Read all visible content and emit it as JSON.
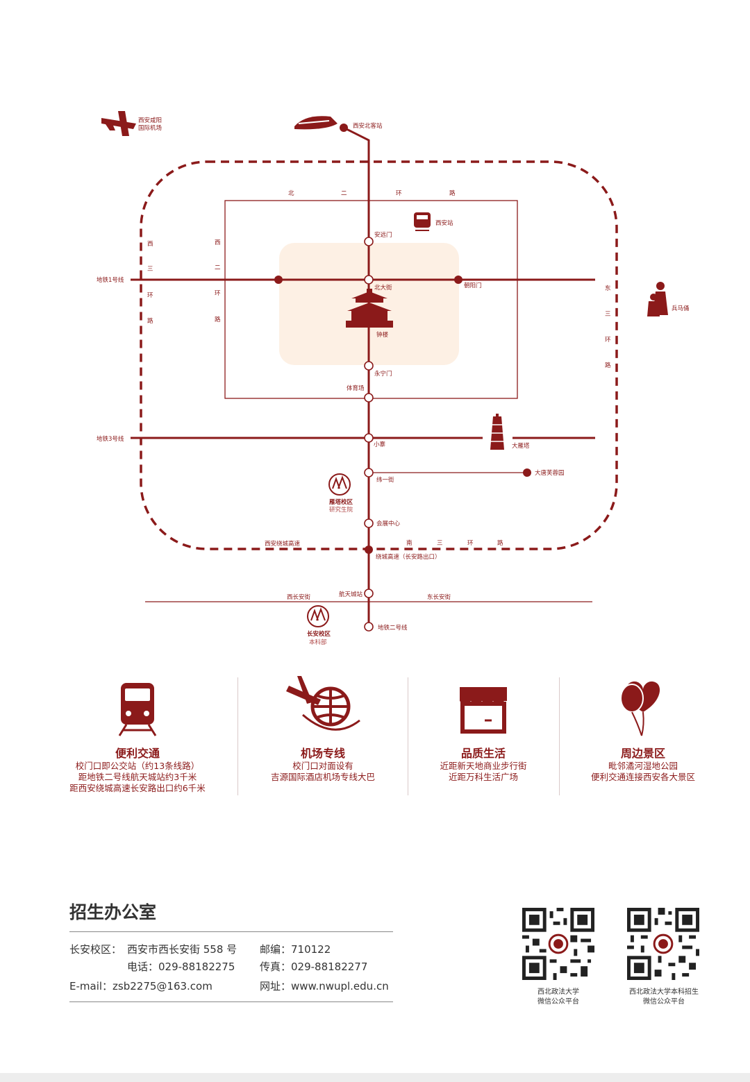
{
  "map": {
    "labels": {
      "airport": [
        "西安咸阳",
        "国际机场"
      ],
      "north_bus": "西安北客站",
      "ring_north2": [
        "北",
        "二",
        "环",
        "路"
      ],
      "xian_station": "西安站",
      "anyuanmen": "安远门",
      "beidajie": "北大街",
      "chaoyangmen": "朝阳门",
      "bell_tower": "钟楼",
      "yongningmen": "永宁门",
      "tiyuchang": "体育场",
      "metro1": "地铁1号线",
      "metro3": "地铁3号线",
      "xiaozhai": "小寨",
      "dayanta": "大雁塔",
      "datang": "大唐芙蓉园",
      "weiyijie": "纬一街",
      "yanta_campus": "雁塔校区",
      "yanta_sub": "研究生院",
      "huizhan": "会展中心",
      "xian_ring_highway": "西安绕城高速",
      "ring_south3": [
        "南",
        "三",
        "环",
        "路"
      ],
      "ring_exit": "绕城高速（长安路出口）",
      "west_changan": "西长安街",
      "hangtiancheng": "航天城站",
      "east_changan": "东长安街",
      "changan_campus": "长安校区",
      "changan_sub": "本科部",
      "metro2": "地铁二号线",
      "west3": [
        "西",
        "三",
        "环",
        "路"
      ],
      "west2": [
        "西",
        "二",
        "环",
        "路"
      ],
      "east3": [
        "东",
        "三",
        "环",
        "路"
      ],
      "terracotta": "兵马俑"
    }
  },
  "features": [
    {
      "icon": "train-icon",
      "title": "便利交通",
      "lines": [
        "校门口即公交站（约13条线路）",
        "距地铁二号线航天城站约3千米",
        "距西安绕城高速长安路出口约6千米"
      ]
    },
    {
      "icon": "plane-globe-icon",
      "title": "机场专线",
      "lines": [
        "校门口对面设有",
        "吉源国际酒店机场专线大巴"
      ]
    },
    {
      "icon": "shop-icon",
      "title": "品质生活",
      "lines": [
        "近距新天地商业步行街",
        "近距万科生活广场"
      ]
    },
    {
      "icon": "balloon-icon",
      "title": "周边景区",
      "lines": [
        "毗邻潏河湿地公园",
        "便利交通连接西安各大景区"
      ]
    }
  ],
  "office": {
    "title": "招生办公室",
    "campus_label": "长安校区：",
    "address": "西安市西长安街 558 号",
    "postcode": "邮编：710122",
    "phone": "电话：029-88182275",
    "fax": "传真：029-88182277",
    "email": "E-mail：zsb2275@163.com",
    "website": "网址：www.nwupl.edu.cn"
  },
  "qr": [
    {
      "caption": [
        "西北政法大学",
        "微信公众平台"
      ]
    },
    {
      "caption": [
        "西北政法大学本科招生",
        "微信公众平台"
      ]
    }
  ],
  "colors": {
    "primary": "#8b1a1a",
    "highlight": "#fdf0e4"
  }
}
